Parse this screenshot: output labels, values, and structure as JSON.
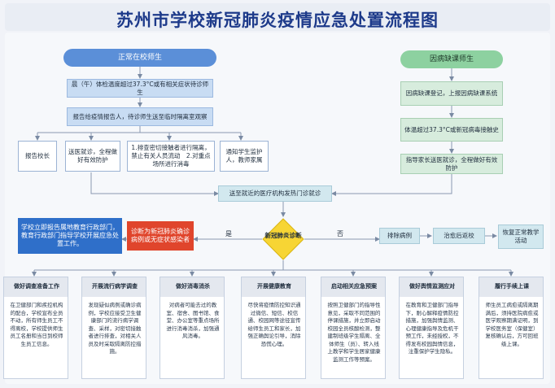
{
  "title": "苏州市学校新冠肺炎疫情应急处置流程图",
  "colors": {
    "accent": "#1d3a8a",
    "blue": "#5b8fd8",
    "green": "#8dd1a0",
    "red": "#e0452c",
    "darkblue": "#2f6fc9",
    "diamond": "#f7d534"
  },
  "left_branch": {
    "header": "正常在校师生",
    "step1": "晨（午）体检温度超过37.3°C或有相关症状待诊师生",
    "step2": "报告给疫情报告人，待诊师生送至临时隔离室观察",
    "actions": [
      "报告校长",
      "送医就诊，全程做好有效防护",
      "1.排查密切接触者进行隔离，禁止有关人员流动　2.对重点场所进行消毒",
      "通知学生监护人，教师家属"
    ]
  },
  "right_branch": {
    "header": "因病缺课师生",
    "step1": "因病缺课登记，上报因病缺课系统",
    "step2": "体温超过37.3°C或新冠病毒接触史",
    "step3": "指导家长送医就诊，全程做好有效防护"
  },
  "hospital": "送至就近的医疗机构发热门诊就诊",
  "decision": "新冠肺炎诊断",
  "yes_label": "是",
  "no_label": "否",
  "confirmed": "诊断为新冠肺炎确诊病例或无症状感染者",
  "report": "学校立即报告属地教育行政部门，教育行政部门指导学校开展应急处置工作。",
  "exclude": "排除病例",
  "return_school": "治愈后返校",
  "resume": "恢复正常教学活动",
  "cards": [
    {
      "head": "做好调查准备工作",
      "body": "在卫健部门和疾控机构的配合，学校宣布全员不动，所有师生员工不得离校，学校提供师生员工名册和当日到校师生员工信息。"
    },
    {
      "head": "开展流行病学调查",
      "body": "发现疑似病例或确诊病例，学校应接受卫生健康部门的流行病学调查、采样，对密切接触者进行排查，对相关人员及时采取隔离防控措施。"
    },
    {
      "head": "做好消毒消杀",
      "body": "对病者可能去过的教室、宿舍、图书馆、食堂、办公室等重点场所进行消毒消杀，加强通风消毒。"
    },
    {
      "head": "开展健康教育",
      "body": "尽快将疫情防控知识通过微信、短信、校信通、校园网等途径宣传给师生员工和家长，加强正确舆论引导，消除恐慌心理。"
    },
    {
      "head": "启动相关应急预案",
      "body": "按照卫健部门的指导性意见，采取不同范围的停课措施，并立即启动校园全员核酸检测，整建制班级学生隔离、全体师生（员）、转入线上教学和学生居家健康监测工作等预案。"
    },
    {
      "head": "做好舆情监测应对",
      "body": "在教育和卫健部门指导下，耐心解释疫情防控措施，加强舆情监测、心理健康指导及危机干预工作，未经授权，不得发布校园舆情信息，注重保护学生隐私。"
    },
    {
      "head": "履行手续上课",
      "body": "师生员工病愈或隔离期满后，须持医院病愈或医学观察期满证明，到学校医务室（保健室）复核确认后，方可回班级上课。"
    }
  ]
}
